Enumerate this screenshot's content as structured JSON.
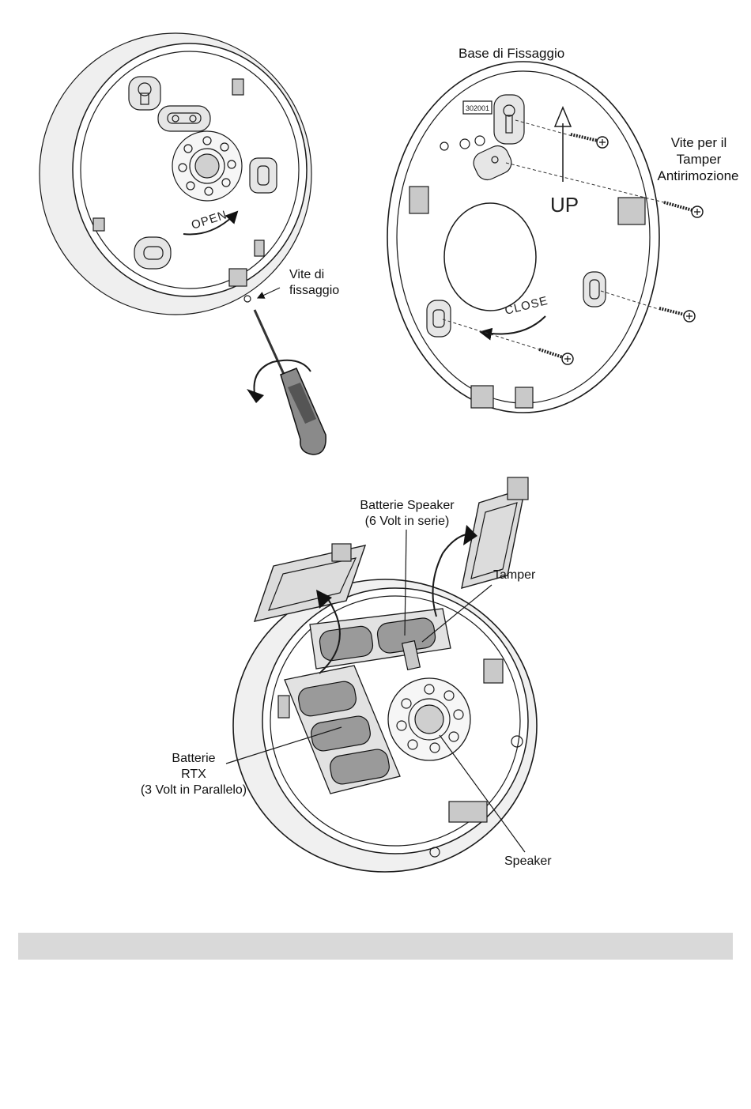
{
  "labels": {
    "base_fissaggio": "Base di  Fissaggio",
    "vite_tamper": [
      "Vite per il",
      "Tamper",
      "Antirimozione"
    ],
    "vite_fissaggio": [
      "Vite di",
      "fissaggio"
    ],
    "batterie_speaker": [
      "Batterie Speaker",
      "(6 Volt in serie)"
    ],
    "tamper": "Tamper",
    "batterie_rtx": [
      "Batterie",
      "RTX",
      "(3 Volt in Parallelo)"
    ],
    "speaker": "Speaker"
  },
  "embossed": {
    "open": "OPEN",
    "close": "CLOSE",
    "up": "UP",
    "part_code": "302001"
  },
  "icons": {
    "screwdriver": "screwdriver-icon",
    "rotation_arrow": "rotation-arrow-icon",
    "screw": "screw-icon"
  }
}
